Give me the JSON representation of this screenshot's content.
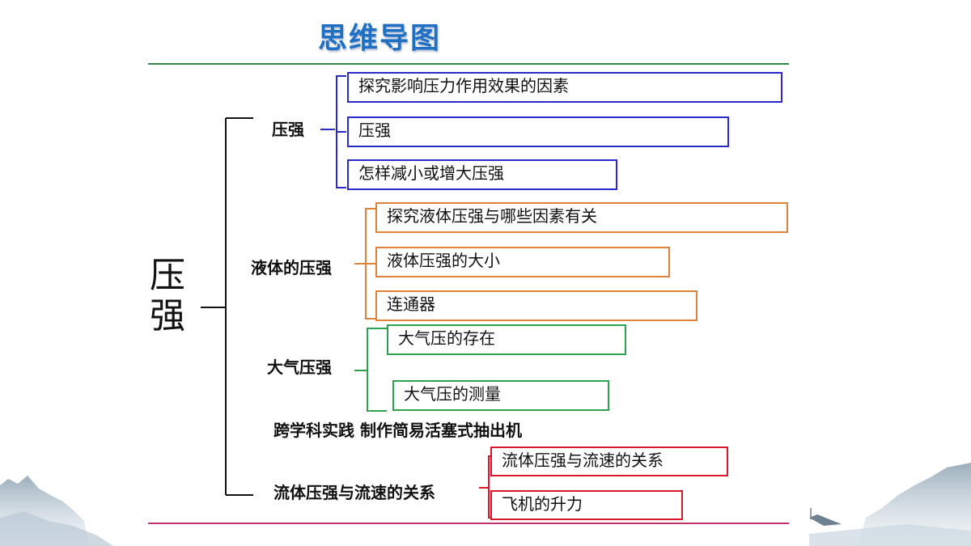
{
  "title": "思维导图",
  "root": "压强",
  "branches": [
    {
      "label": "压强",
      "color": "#2a2ac8",
      "items": [
        "探究影响压力作用效果的因素",
        "压强",
        "怎样减小或增大压强"
      ]
    },
    {
      "label": "液体的压强",
      "color": "#e0823a",
      "items": [
        "探究液体压强与哪些因素有关",
        "液体压强的大小",
        "连通器"
      ]
    },
    {
      "label": "大气压强",
      "color": "#2ea24e",
      "items": [
        "大气压的存在",
        "大气压的测量"
      ]
    },
    {
      "label": "跨学科实践 制作简易活塞式抽出机",
      "items": []
    },
    {
      "label": "流体压强与流速的关系",
      "color": "#d8192d",
      "items": [
        "流体压强与流速的关系",
        "飞机的升力"
      ]
    }
  ]
}
